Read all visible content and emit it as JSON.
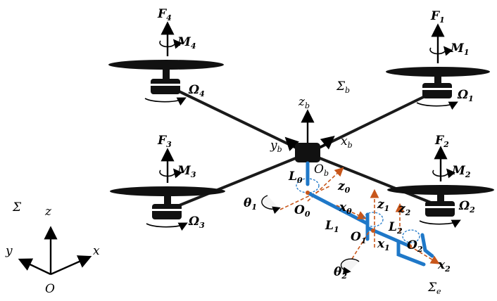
{
  "labels": {
    "F4": {
      "base": "F",
      "sub": "4"
    },
    "M4": {
      "base": "M",
      "sub": "4"
    },
    "Om4": {
      "base": "Ω",
      "sub": "4"
    },
    "F1": {
      "base": "F",
      "sub": "1"
    },
    "M1": {
      "base": "M",
      "sub": "1"
    },
    "Om1": {
      "base": "Ω",
      "sub": "1"
    },
    "F3": {
      "base": "F",
      "sub": "3"
    },
    "M3": {
      "base": "M",
      "sub": "3"
    },
    "Om3": {
      "base": "Ω",
      "sub": "3"
    },
    "F2": {
      "base": "F",
      "sub": "2"
    },
    "M2": {
      "base": "M",
      "sub": "2"
    },
    "Om2": {
      "base": "Ω",
      "sub": "2"
    },
    "Sigma_b": {
      "base": "Σ",
      "sub": "b"
    },
    "z_b": {
      "base": "z",
      "sub": "b"
    },
    "y_b": {
      "base": "y",
      "sub": "b"
    },
    "x_b": {
      "base": "x",
      "sub": "b"
    },
    "O_b": {
      "base": "O",
      "sub": "b"
    },
    "L0": {
      "base": "L",
      "sub": "0"
    },
    "z0": {
      "base": "z",
      "sub": "0"
    },
    "x0": {
      "base": "x",
      "sub": "0"
    },
    "O0": {
      "base": "O",
      "sub": "0"
    },
    "theta1": {
      "base": "θ",
      "sub": "1"
    },
    "L1": {
      "base": "L",
      "sub": "1"
    },
    "z1": {
      "base": "z",
      "sub": "1"
    },
    "z2": {
      "base": "z",
      "sub": "2"
    },
    "L2": {
      "base": "L",
      "sub": "2"
    },
    "O1": {
      "base": "O",
      "sub": "1"
    },
    "x1": {
      "base": "x",
      "sub": "1"
    },
    "O2": {
      "base": "O",
      "sub": "2"
    },
    "x2": {
      "base": "x",
      "sub": "2"
    },
    "theta2": {
      "base": "θ",
      "sub": "2"
    },
    "Sigma_e": {
      "base": "Σ",
      "sub": "e"
    },
    "Sigma": {
      "base": "Σ",
      "sub": ""
    },
    "z": {
      "base": "z",
      "sub": ""
    },
    "y": {
      "base": "y",
      "sub": ""
    },
    "x": {
      "base": "x",
      "sub": ""
    },
    "O": {
      "base": "O",
      "sub": ""
    }
  },
  "colors": {
    "frame": "#1a1a1a",
    "manipulator": "#1f78c8",
    "joint_axes": "#c8561a",
    "background": "#ffffff"
  }
}
